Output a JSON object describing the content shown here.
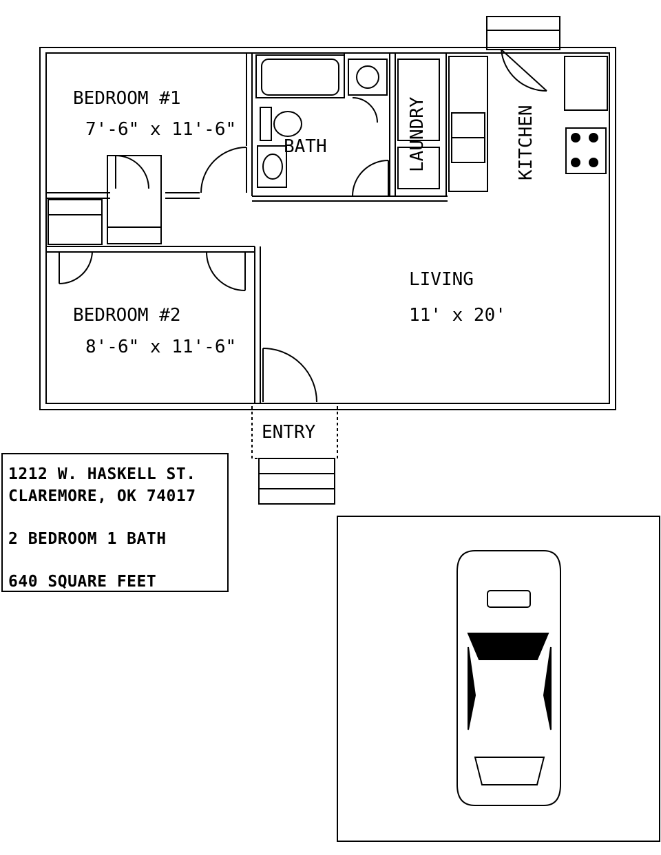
{
  "rooms": {
    "bedroom1": {
      "name": "BEDROOM #1",
      "size": "7'-6\" x 11'-6\""
    },
    "bedroom2": {
      "name": "BEDROOM #2",
      "size": "8'-6\" x 11'-6\""
    },
    "bath": {
      "name": "BATH"
    },
    "laundry": {
      "name": "LAUNDRY"
    },
    "kitchen": {
      "name": "KITCHEN"
    },
    "living": {
      "name": "LIVING",
      "size": "11' x 20'"
    },
    "entry": {
      "name": "ENTRY"
    }
  },
  "info": {
    "address_line1": "1212 W. HASKELL ST.",
    "address_line2": "CLAREMORE, OK 74017",
    "bed_bath": "2 BEDROOM 1 BATH",
    "area": "640 SQUARE FEET"
  },
  "icons": [
    "car-icon",
    "bathtub-icon",
    "toilet-icon",
    "sink-icon",
    "stove-icon",
    "washer-icon",
    "dryer-icon"
  ]
}
